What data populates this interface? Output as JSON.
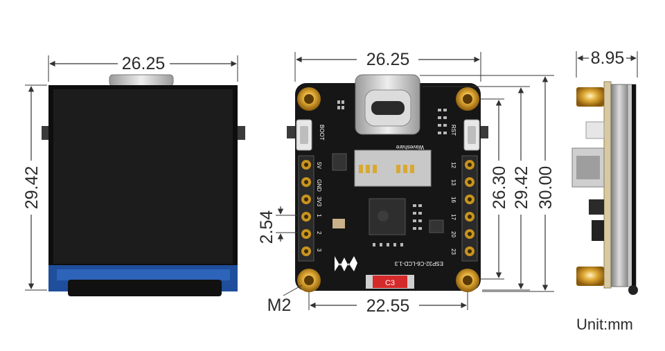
{
  "dimensions": {
    "front_width": "26.25",
    "front_height": "29.42",
    "board_width": "26.25",
    "board_height_inner": "26.30",
    "board_height_mid": "29.42",
    "board_height_total": "30.00",
    "hole_spacing": "22.55",
    "pin_pitch": "2.54",
    "side_thickness": "8.95"
  },
  "labels": {
    "mount_hole": "M2",
    "unit": "Unit:mm"
  },
  "pcb_text": {
    "boot": "BOOT",
    "rst": "RST",
    "brand": "Waveshare",
    "model": "ESP32-C6-LCD-1.3",
    "chip_marking": "C3",
    "pins_left": [
      "5V",
      "GND",
      "3V3",
      "1",
      "2",
      "3"
    ],
    "pins_right": [
      "12",
      "13",
      "16",
      "17",
      "20",
      "23"
    ]
  },
  "colors": {
    "pcb": "#161616",
    "gold": "#c9941e",
    "screen": "#1c1c1c",
    "bezel_blue": "#1f4f9c",
    "dim_line": "#333333"
  }
}
